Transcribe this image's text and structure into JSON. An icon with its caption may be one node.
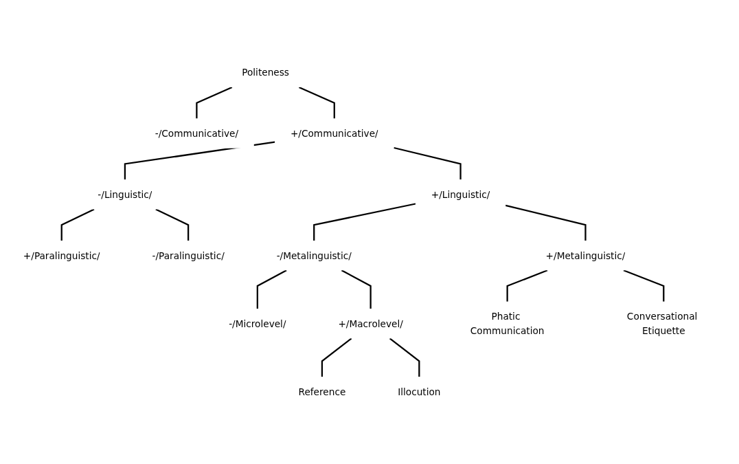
{
  "diagram": {
    "nodes": [
      {
        "text": [
          "Politeness"
        ]
      },
      {
        "text": [
          "-/Communicative/"
        ]
      },
      {
        "text": [
          "+/Communicative/"
        ]
      },
      {
        "text": [
          "-/Linguistic/"
        ]
      },
      {
        "text": [
          "+/Linguistic/"
        ]
      },
      {
        "text": [
          "+/Paralinguistic/"
        ]
      },
      {
        "text": [
          "-/Paralinguistic/"
        ]
      },
      {
        "text": [
          "-/Metalinguistic/"
        ]
      },
      {
        "text": [
          "+/Metalinguistic/"
        ]
      },
      {
        "text": [
          "-/Microlevel/"
        ]
      },
      {
        "text": [
          "+/Macrolevel/"
        ]
      },
      {
        "text": [
          "Reference"
        ]
      },
      {
        "text": [
          "Illocution"
        ]
      },
      {
        "text": [
          "Phatic Communication"
        ]
      },
      {
        "text": [
          "Conversational Etiquette"
        ]
      }
    ],
    "edges": [
      {
        "from": 0,
        "to": 1,
        "arrow": "none"
      },
      {
        "from": 0,
        "to": 2,
        "arrow": "none"
      },
      {
        "from": 2,
        "to": 3,
        "arrow": "none"
      },
      {
        "from": 2,
        "to": 4,
        "arrow": "none"
      },
      {
        "from": 3,
        "to": 5,
        "arrow": "none"
      },
      {
        "from": 3,
        "to": 6,
        "arrow": "none"
      },
      {
        "from": 4,
        "to": 7,
        "arrow": "none"
      },
      {
        "from": 4,
        "to": 8,
        "arrow": "none"
      },
      {
        "from": 7,
        "to": 9,
        "arrow": "none"
      },
      {
        "from": 7,
        "to": 10,
        "arrow": "none"
      },
      {
        "from": 10,
        "to": 11,
        "arrow": "none"
      },
      {
        "from": 10,
        "to": 12,
        "arrow": "none"
      },
      {
        "from": 8,
        "to": 13,
        "arrow": "none"
      },
      {
        "from": 8,
        "to": 14,
        "arrow": "none"
      }
    ]
  }
}
